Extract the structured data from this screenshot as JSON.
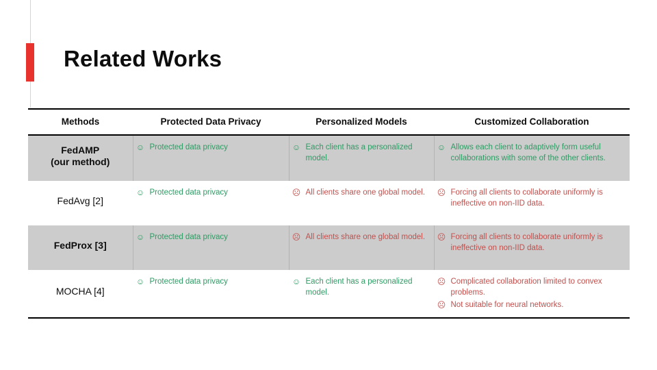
{
  "slide": {
    "title": "Related Works",
    "accent_color": "#e8322d",
    "positive_color": "#2e9b63",
    "negative_color": "#c0504d",
    "shaded_row_color": "#cccccc"
  },
  "icons": {
    "positive": "☺",
    "positive_name": "smiling-face-icon",
    "negative": "☹",
    "negative_name": "frowning-face-icon"
  },
  "table": {
    "headers": [
      "Methods",
      "Protected Data Privacy",
      "Personalized Models",
      "Customized Collaboration"
    ],
    "rows": [
      {
        "method": "FedAMP\n(our method)",
        "method_line1": "FedAMP",
        "method_line2": "(our method)",
        "highlight": true,
        "privacy": [
          {
            "sentiment": "positive",
            "text": "Protected data privacy"
          }
        ],
        "models": [
          {
            "sentiment": "positive",
            "text": "Each client has a personalized model."
          }
        ],
        "collaboration": [
          {
            "sentiment": "positive",
            "text": "Allows each client to adaptively form useful collaborations with some of the other clients."
          }
        ]
      },
      {
        "method": "FedAvg [2]",
        "method_line1": "FedAvg [2]",
        "method_line2": "",
        "highlight": false,
        "privacy": [
          {
            "sentiment": "positive",
            "text": "Protected data privacy"
          }
        ],
        "models": [
          {
            "sentiment": "negative",
            "text": "All clients share one global model."
          }
        ],
        "collaboration": [
          {
            "sentiment": "negative",
            "text": "Forcing all clients to collaborate uniformly is ineffective on non-IID data."
          }
        ]
      },
      {
        "method": "FedProx [3]",
        "method_line1": "FedProx [3]",
        "method_line2": "",
        "highlight": true,
        "privacy": [
          {
            "sentiment": "positive",
            "text": "Protected data privacy"
          }
        ],
        "models": [
          {
            "sentiment": "negative",
            "text": "All clients share one global model."
          }
        ],
        "collaboration": [
          {
            "sentiment": "negative",
            "text": "Forcing all clients to collaborate uniformly is ineffective on non-IID data."
          }
        ]
      },
      {
        "method": "MOCHA [4]",
        "method_line1": "MOCHA [4]",
        "method_line2": "",
        "highlight": false,
        "privacy": [
          {
            "sentiment": "positive",
            "text": "Protected data privacy"
          }
        ],
        "models": [
          {
            "sentiment": "positive",
            "text": "Each client has a personalized model."
          }
        ],
        "collaboration": [
          {
            "sentiment": "negative",
            "text": "Complicated collaboration limited to convex problems."
          },
          {
            "sentiment": "negative",
            "text": "Not suitable for neural networks."
          }
        ]
      }
    ]
  }
}
